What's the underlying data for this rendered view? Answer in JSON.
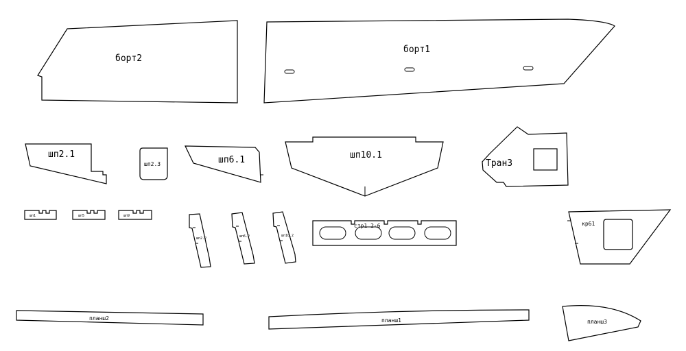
{
  "labels": {
    "bort2": "борт2",
    "bort1": "борт1",
    "shp21": "шп2.1",
    "shp23": "шп2.3",
    "shp6": "шп6.1",
    "shp10": "шп10.1",
    "tran3": "Тран3",
    "str": "стр1 2-6",
    "kr6": "кр61",
    "plansh2": "планш2",
    "plansh1": "планш1",
    "plansh3": "планш3",
    "small_a": "шп1",
    "small_b": "шп5",
    "small_c": "шп9",
    "v1": "шп2.2",
    "v2": "шп6.2",
    "v3": "шп10.2"
  },
  "colors": {
    "line": "#000000",
    "background": "#ffffff"
  }
}
